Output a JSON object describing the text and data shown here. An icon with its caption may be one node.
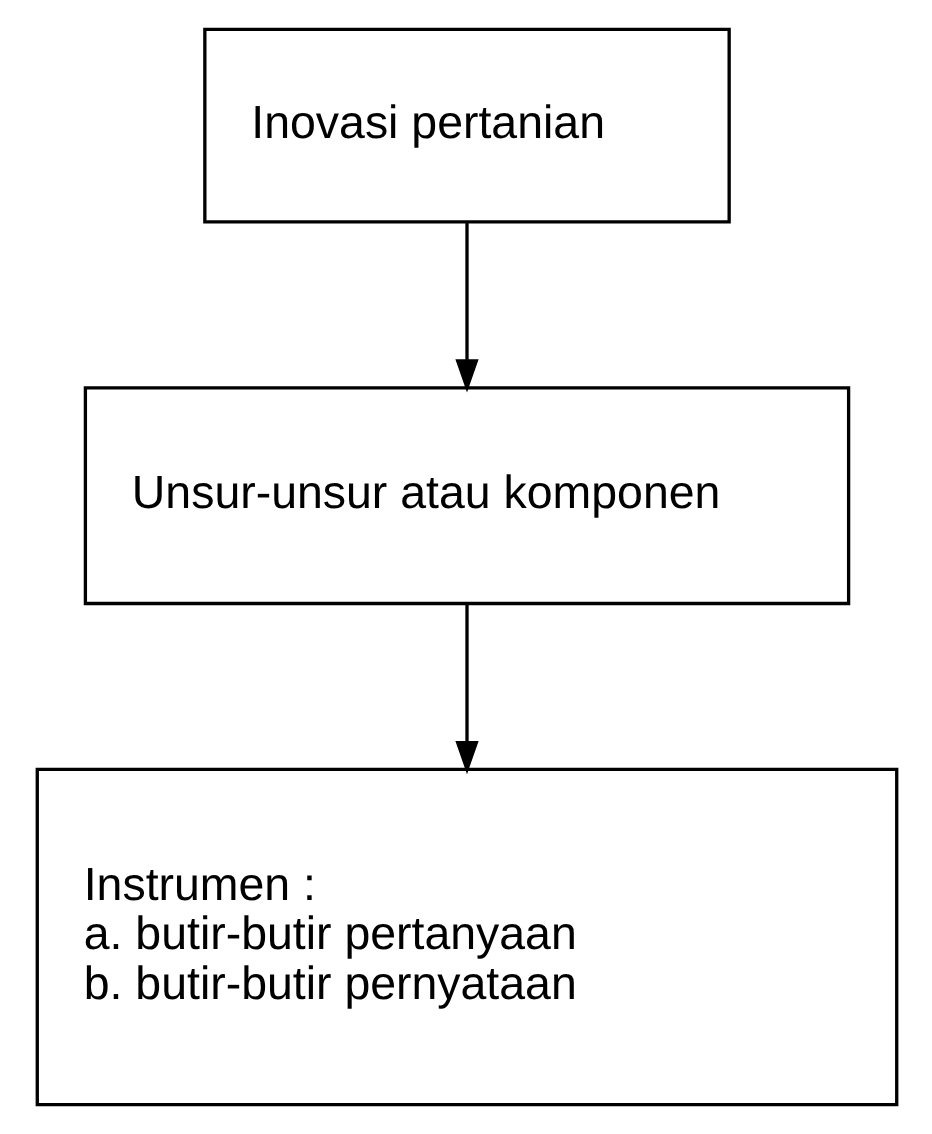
{
  "diagram": {
    "nodes": [
      {
        "text": [
          "Inovasi pertanian"
        ]
      },
      {
        "text": [
          "Unsur-unsur atau komponen"
        ]
      },
      {
        "text": [
          "Instrumen :",
          "a. butir-butir pertanyaan",
          "b. butir-butir pernyataan"
        ]
      }
    ],
    "edges": [
      {
        "from": 0,
        "to": 1,
        "arrow": "to"
      },
      {
        "from": 1,
        "to": 2,
        "arrow": "to"
      }
    ]
  }
}
